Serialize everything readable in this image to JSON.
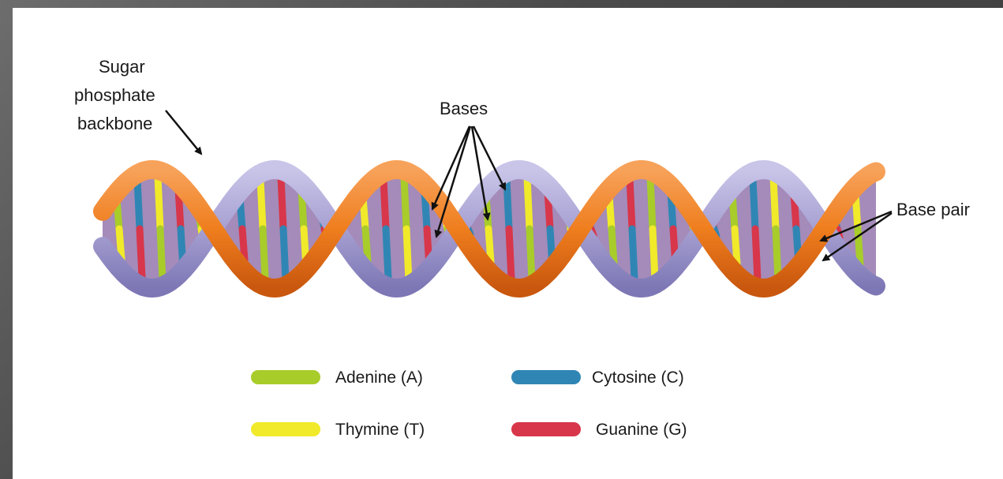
{
  "labels": {
    "backbone_line1": "Sugar",
    "backbone_line2": "phosphate",
    "backbone_line3": "backbone",
    "bases": "Bases",
    "base_pair": "Base pair"
  },
  "legend": [
    {
      "name": "Adenine (A)",
      "color": "#a8cc2a"
    },
    {
      "name": "Cytosine (C)",
      "color": "#2f86b4"
    },
    {
      "name": "Thymine (T)",
      "color": "#f0ea2a"
    },
    {
      "name": "Guanine (G)",
      "color": "#d8364a"
    }
  ],
  "colors": {
    "strand_front": "#ef7e1e",
    "strand_back": "#a6a0d2",
    "inner_shadow": "#5a2c80"
  }
}
